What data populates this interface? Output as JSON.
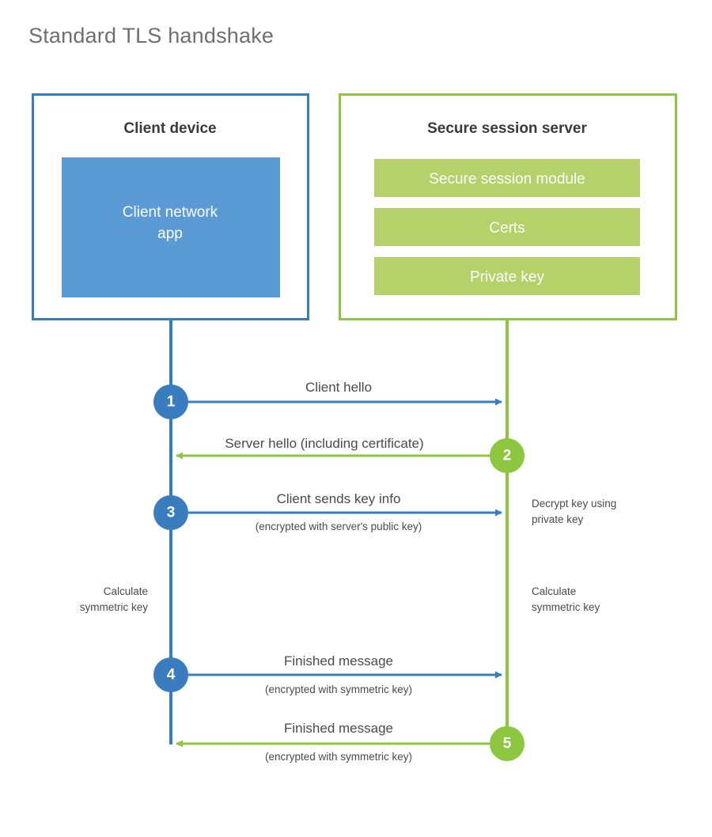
{
  "page": {
    "title": "Standard TLS handshake",
    "background": "#ffffff"
  },
  "colors": {
    "blue_stroke": "#3a7dbf",
    "blue_fill": "#5b9bd5",
    "green_stroke": "#8dc63f",
    "green_fill": "#b5d26a",
    "title_text": "#6f6f6f",
    "body_text": "#4a4a4a",
    "panel_title_text": "#3a3a3a"
  },
  "panels": {
    "client": {
      "title": "Client device",
      "block_label": "Client network\napp",
      "block_line1": "Client network",
      "block_line2": "app"
    },
    "server": {
      "title": "Secure session server",
      "blocks": [
        {
          "label": "Secure session module"
        },
        {
          "label": "Certs"
        },
        {
          "label": "Private key"
        }
      ]
    }
  },
  "steps": [
    {
      "number": "1",
      "label": "Client hello",
      "sublabel": "",
      "direction": "client-to-server",
      "color": "blue"
    },
    {
      "number": "2",
      "label": "Server hello (including certificate)",
      "sublabel": "",
      "direction": "server-to-client",
      "color": "green"
    },
    {
      "number": "3",
      "label": "Client sends key info",
      "sublabel": "(encrypted with server's public key)",
      "direction": "client-to-server",
      "color": "blue"
    },
    {
      "number": "4",
      "label": "Finished message",
      "sublabel": "(encrypted with symmetric key)",
      "direction": "client-to-server",
      "color": "blue"
    },
    {
      "number": "5",
      "label": "Finished message",
      "sublabel": "(encrypted with symmetric key)",
      "direction": "server-to-client",
      "color": "green"
    }
  ],
  "notes": {
    "decrypt": {
      "line1": "Decrypt key using",
      "line2": "private key"
    },
    "calc_client": {
      "line1": "Calculate",
      "line2": "symmetric key"
    },
    "calc_server": {
      "line1": "Calculate",
      "line2": "symmetric key"
    }
  }
}
